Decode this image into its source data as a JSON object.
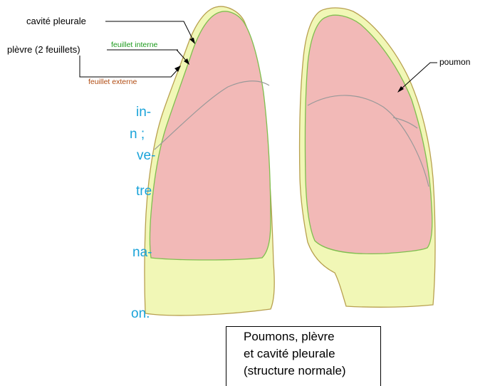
{
  "side_text": [
    "in-",
    "n ;",
    "ve-",
    "tre",
    "na-",
    "on."
  ],
  "labels": {
    "cavite_pleurale": "cavité pleurale",
    "plevre": "plèvre (2 feuillets)",
    "feuillet_interne": "feuillet interne",
    "feuillet_externe": "feuillet externe",
    "poumon": "poumon"
  },
  "caption": [
    "Poumons, plèvre",
    "et cavité pleurale",
    "(structure normale)"
  ],
  "colors": {
    "pleura": "#f1f7b6",
    "lung": "#f2b9b7",
    "inner_edge": "#7fbf4f",
    "outer_edge": "#b8a04f",
    "fissure": "#999999",
    "side_text": "#1aa3d9",
    "label_interne": "#1a9a1a",
    "label_externe": "#b04a10"
  }
}
